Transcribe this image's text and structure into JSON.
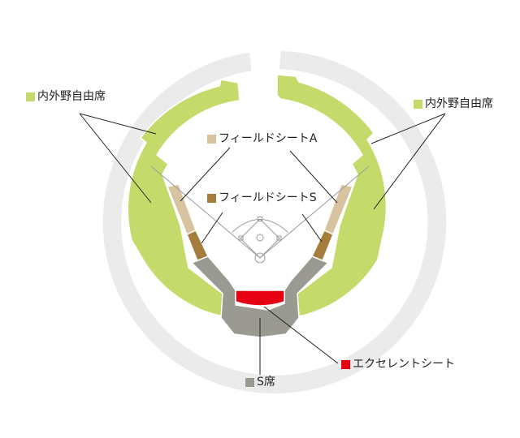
{
  "legend": {
    "outfield_free_left": {
      "label": "内外野自由席",
      "color": "#c4db6b"
    },
    "outfield_free_right": {
      "label": "内外野自由席",
      "color": "#c4db6b"
    },
    "field_seat_a": {
      "label": "フィールドシートA",
      "color": "#d7c3a0"
    },
    "field_seat_s": {
      "label": "フィールドシートS",
      "color": "#a37d3c"
    },
    "s_seat": {
      "label": "S席",
      "color": "#9a9a92"
    },
    "excellent_seat": {
      "label": "エクセレントシート",
      "color": "#e60012"
    }
  },
  "colors": {
    "outer_ring": "#ebebeb",
    "stand_outline": "#ffffff",
    "field_lines": "#9a9a9a",
    "leader_lines": "#222222"
  }
}
